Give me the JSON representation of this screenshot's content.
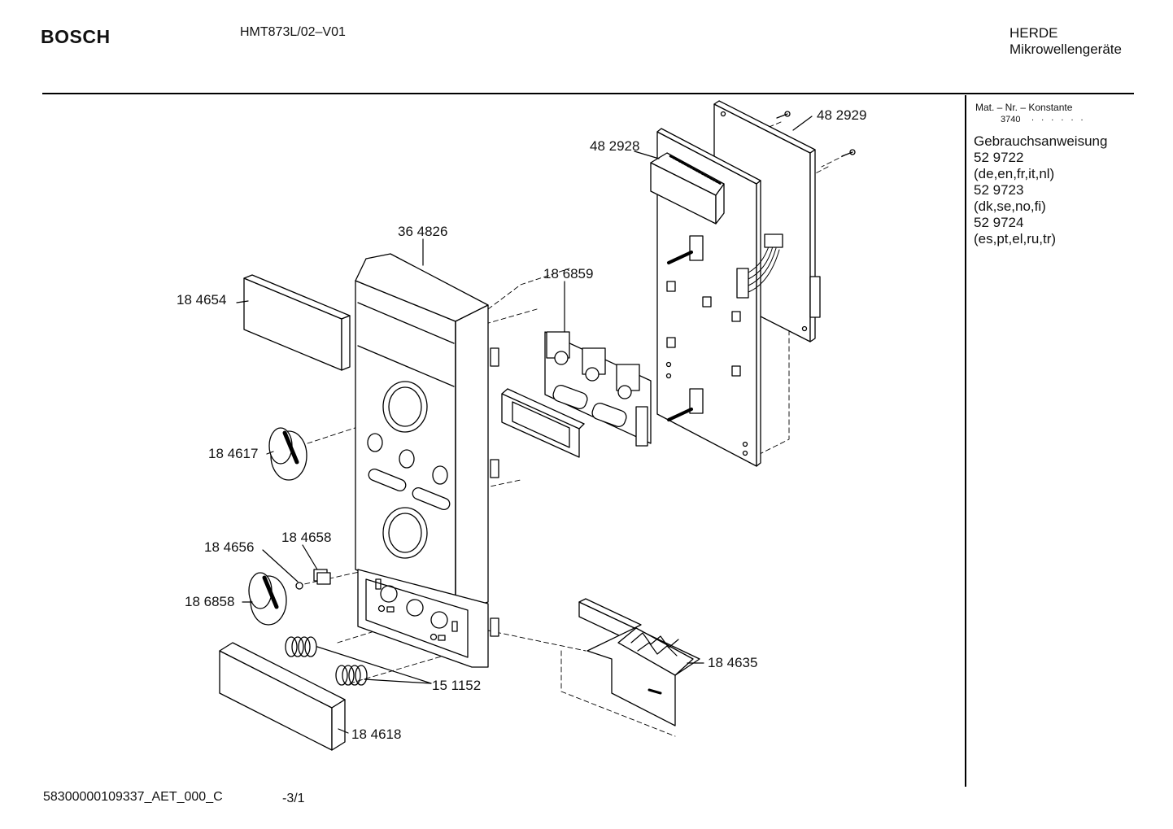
{
  "header": {
    "brand": "BOSCH",
    "model": "HMT873L/02–V01",
    "category_line1": "HERDE",
    "category_line2": "Mikrowellengeräte"
  },
  "sidebar": {
    "mat_label": "Mat. – Nr. – Konstante",
    "mat_value": "3740",
    "mat_dots": ". . . . . .",
    "manual_title": "Gebrauchsanweisung",
    "manuals": [
      {
        "number": "52 9722",
        "langs": "(de,en,fr,it,nl)"
      },
      {
        "number": "52 9723",
        "langs": "(dk,se,no,fi)"
      },
      {
        "number": "52 9724",
        "langs": "(es,pt,el,ru,tr)"
      }
    ]
  },
  "parts": [
    {
      "number": "48 2929"
    },
    {
      "number": "48 2928"
    },
    {
      "number": "36 4826"
    },
    {
      "number": "18 6859"
    },
    {
      "number": "18 4654"
    },
    {
      "number": "18 4617"
    },
    {
      "number": "18 4658"
    },
    {
      "number": "18 4656"
    },
    {
      "number": "18 6858"
    },
    {
      "number": "18 4635"
    },
    {
      "number": "15 1152"
    },
    {
      "number": "18 4618"
    }
  ],
  "footer": {
    "code": "58300000109337_AET_000_C",
    "page": "-3/1"
  }
}
